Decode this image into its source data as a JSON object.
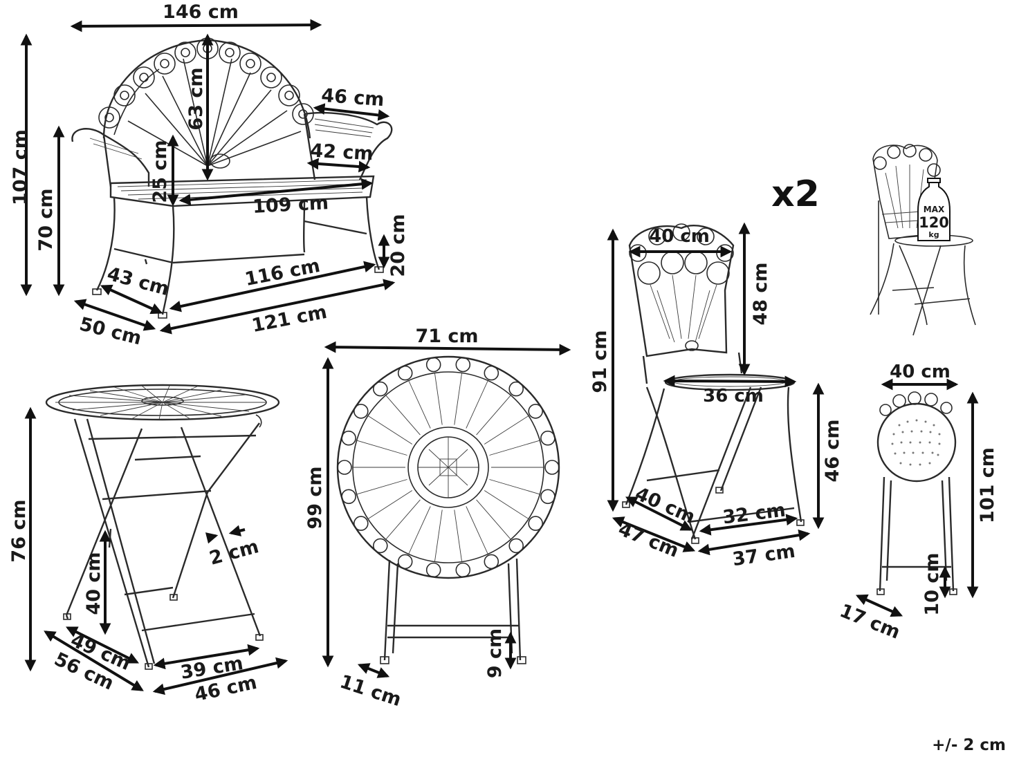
{
  "bench": {
    "width_label": "146 cm",
    "height_label": "107 cm",
    "back_height_label": "63 cm",
    "armrest_height_label": "70 cm",
    "armrest_length_label": "46 cm",
    "armrest_inner_label": "42 cm",
    "arm_over_seat_label": "25 cm",
    "seat_width_label": "109 cm",
    "leg_gap_label": "20 cm",
    "inner_depth_label": "43 cm",
    "inner_width_label": "116 cm",
    "depth_label": "50 cm",
    "base_width_label": "121 cm"
  },
  "table": {
    "height_label": "76 cm",
    "inner_height_label": "40 cm",
    "frame_thickness_label": "2 cm",
    "inner_depth_label": "49 cm",
    "depth_label": "56 cm",
    "inner_width_label": "39 cm",
    "width_label": "46 cm"
  },
  "table_folded": {
    "diameter_label": "71 cm",
    "height_label": "99 cm",
    "depth_label": "11 cm",
    "foot_label": "9 cm"
  },
  "multiplier": "x2",
  "chair": {
    "back_width_label": "40 cm",
    "height_label": "91 cm",
    "back_height_label": "48 cm",
    "seat_label": "36 cm",
    "seat_height_label": "46 cm",
    "inner_depth_label": "40 cm",
    "inner_width_label": "32 cm",
    "depth_label": "47 cm",
    "width_label": "37 cm"
  },
  "load_badge": {
    "line1": "MAX",
    "line2": "120",
    "line3": "kg"
  },
  "chair_folded": {
    "width_label": "40 cm",
    "height_label": "101 cm",
    "foot_label": "10 cm",
    "depth_label": "17 cm"
  },
  "tolerance": "+/- 2 cm"
}
